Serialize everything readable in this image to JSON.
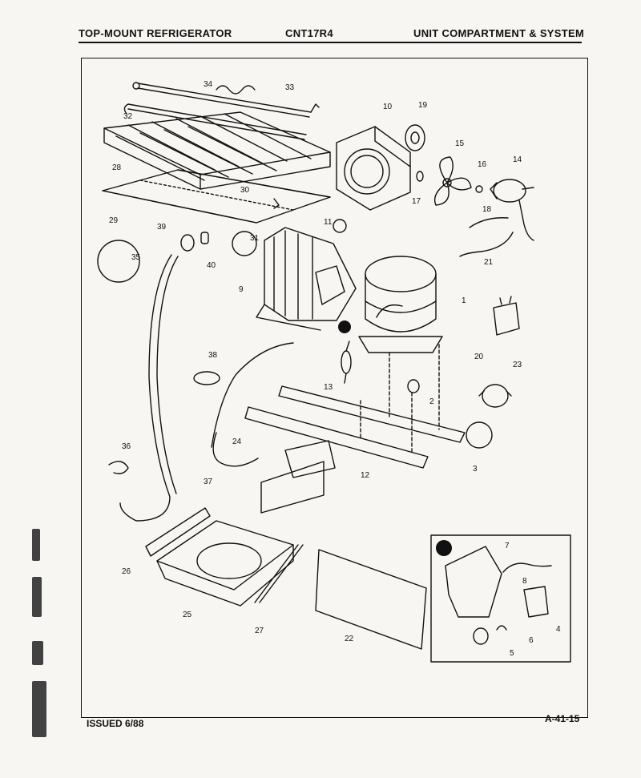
{
  "header": {
    "left": "TOP-MOUNT REFRIGERATOR",
    "center": "CNT17R4",
    "right": "UNIT COMPARTMENT & SYSTEM"
  },
  "footer": {
    "issued": "ISSUED 6/88",
    "page": "A-41-15"
  },
  "callouts": [
    "1",
    "2",
    "3",
    "4",
    "5",
    "6",
    "7",
    "8",
    "9",
    "10",
    "11",
    "12",
    "13",
    "14",
    "15",
    "16",
    "17",
    "18",
    "19",
    "20",
    "21",
    "22",
    "23",
    "24",
    "25",
    "26",
    "27",
    "28",
    "29",
    "30",
    "31",
    "32",
    "33",
    "34",
    "35",
    "36",
    "37",
    "38",
    "39",
    "40"
  ],
  "inset_marker": "1"
}
